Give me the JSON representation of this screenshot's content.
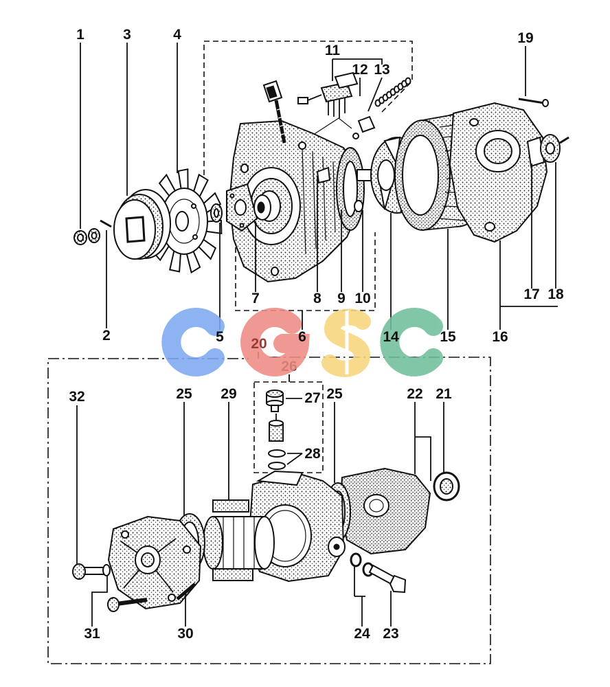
{
  "callouts": {
    "c1": "1",
    "c2": "2",
    "c3": "3",
    "c4": "4",
    "c5": "5",
    "c6": "6",
    "c7": "7",
    "c8": "8",
    "c9": "9",
    "c10": "10",
    "c11": "11",
    "c12": "12",
    "c13": "13",
    "c14": "14",
    "c15": "15",
    "c16": "16",
    "c17": "17",
    "c18": "18",
    "c19": "19",
    "c20": "20",
    "c21": "21",
    "c22": "22",
    "c23": "23",
    "c24": "24",
    "c25a": "25",
    "c25b": "25",
    "c26": "26",
    "c27": "27",
    "c28": "28",
    "c29": "29",
    "c30": "30",
    "c31": "31",
    "c32": "32"
  },
  "watermark": {
    "text": "CGSC",
    "letters": [
      "C",
      "G",
      "S",
      "C"
    ],
    "colors": [
      "#7ea9f0",
      "#ef8c83",
      "#f7d67c",
      "#70bf9c"
    ]
  },
  "colors": {
    "ink": "#111111",
    "paper": "#ffffff"
  }
}
